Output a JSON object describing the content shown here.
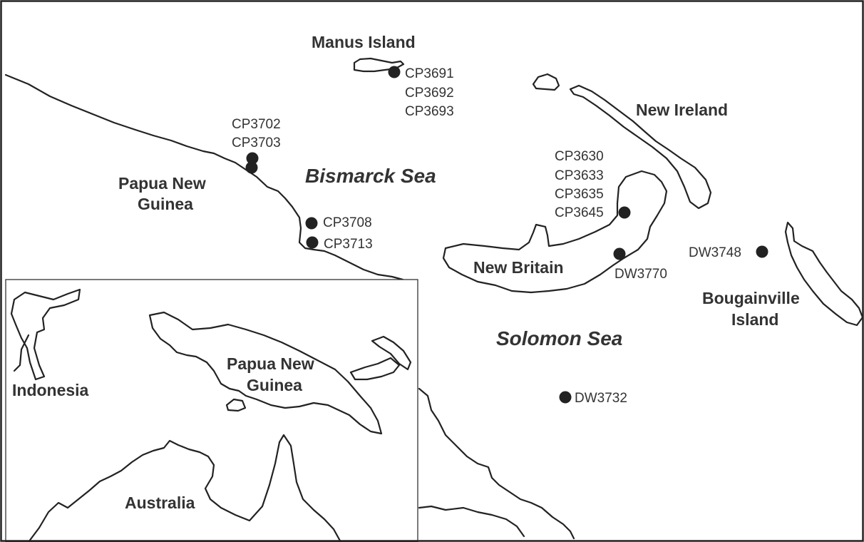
{
  "map": {
    "seas": {
      "bismarck": "Bismarck Sea",
      "solomon": "Solomon Sea"
    },
    "places": {
      "manus": "Manus Island",
      "new_ireland": "New Ireland",
      "png_line1": "Papua New",
      "png_line2": "Guinea",
      "new_britain": "New Britain",
      "bougainville_line1": "Bougainville",
      "bougainville_line2": "Island"
    },
    "stations": {
      "manus": [
        "CP3691",
        "CP3692",
        "CP3693"
      ],
      "png_coast_north": [
        "CP3702",
        "CP3703"
      ],
      "png_coast_mid": "CP3708",
      "png_coast_south": "CP3713",
      "new_britain_north": [
        "CP3630",
        "CP3633",
        "CP3635",
        "CP3645"
      ],
      "new_britain_south": "DW3770",
      "bougainville_west": "DW3748",
      "solomon_sea": "DW3732"
    },
    "inset": {
      "indonesia": "Indonesia",
      "png_line1": "Papua New",
      "png_line2": "Guinea",
      "australia": "Australia"
    },
    "colors": {
      "ink": "#222222",
      "background": "#ffffff"
    }
  }
}
